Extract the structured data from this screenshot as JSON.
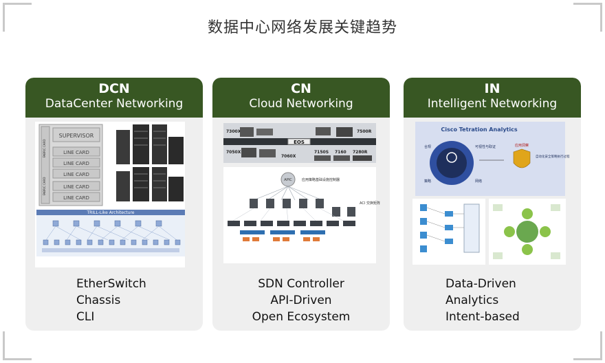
{
  "title": "数据中心网络发展关键趋势",
  "columns": [
    {
      "abbr": "DCN",
      "full": "DataCenter Networking",
      "image_labels": [
        "SUPERVISOR",
        "LINE CARD",
        "LINE CARD",
        "LINE CARD",
        "LINE CARD",
        "LINE CARD",
        "FABRIC CARD",
        "FABRIC CARD",
        "TRILL-Like Architecture"
      ],
      "features": [
        "EtherSwitch",
        "Chassis",
        "CLI"
      ]
    },
    {
      "abbr": "CN",
      "full": "Cloud Networking",
      "image_labels": [
        "7300X",
        "7500R",
        "EOS",
        "7050X",
        "7060X",
        "7150S",
        "7160",
        "7280R",
        "APIC",
        "应用策略基础设施控制器",
        "ACI 交换矩阵"
      ],
      "features": [
        "SDN Controller",
        "API-Driven",
        "Open Ecosystem"
      ]
    },
    {
      "abbr": "IN",
      "full": "Intelligent Networking",
      "image_labels": [
        "Cisco Tetration Analytics",
        "合规",
        "可视性与取证",
        "策略",
        "网络",
        "应用洞察",
        "自动化安全策略执行过程"
      ],
      "features": [
        "Data-Driven",
        "Analytics",
        "Intent-based"
      ]
    }
  ],
  "colors": {
    "header_bg": "#385723",
    "panel_bg": "#efefef",
    "corner": "#c9c9c9"
  }
}
